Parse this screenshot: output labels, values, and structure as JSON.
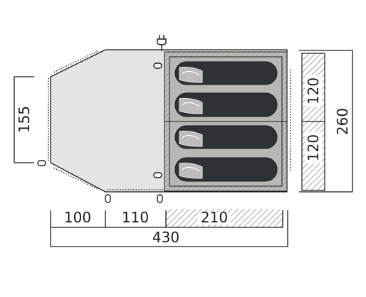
{
  "floor_plan": {
    "dimensions": {
      "left_height": "155",
      "right_section_top": "120",
      "right_section_bottom": "120",
      "right_total": "260",
      "bottom_front": "100",
      "bottom_middle": "110",
      "bottom_bedroom": "210",
      "bottom_total": "430"
    },
    "sleeping_bag_count": 4,
    "icons": [
      "power-plug-icon",
      "tent-peg-icon",
      "sleeping-bag-icon"
    ],
    "colors": {
      "floor": "#e3e5e3",
      "bedroom": "#b8b9b7",
      "sleeping_bag": "#2f3234",
      "outline": "#1a1a1a"
    }
  }
}
